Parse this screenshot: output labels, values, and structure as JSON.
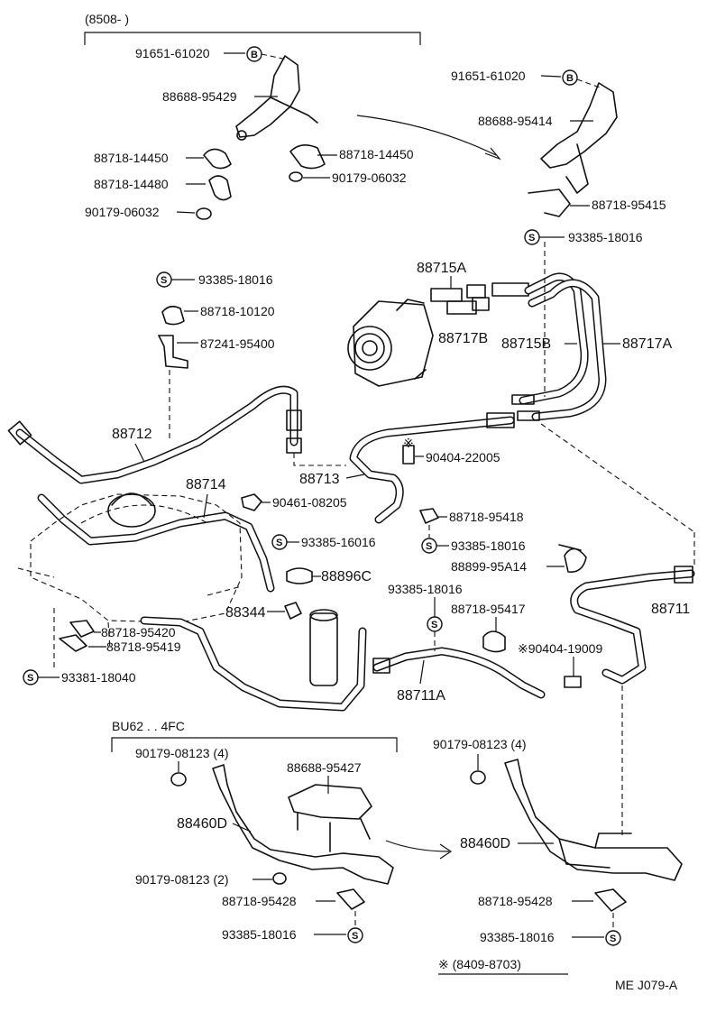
{
  "header": {
    "top_bracket": "(8508-          )",
    "bu62": "BU62 . . 4FC",
    "footnote": "※ (8409-8703)",
    "doc_code": "ME J079-A"
  },
  "symbols": {
    "bolt": "B",
    "screw": "S"
  },
  "labels": {
    "top_91651": "91651-61020",
    "top_88688": "88688-95429",
    "top_14450a": "88718-14450",
    "top_14480": "88718-14480",
    "top_06032a": "90179-06032",
    "top_14450b": "88718-14450",
    "top_06032b": "90179-06032",
    "r_91651": "91651-61020",
    "r_88688": "88688-95414",
    "r_95415": "88718-95415",
    "r_93385": "93385-18016",
    "l_93385": "93385-18016",
    "l_10120": "88718-10120",
    "l_87241": "87241-95400",
    "p88715A": "88715A",
    "p88717B": "88717B",
    "p88715B": "88715B",
    "p88717A": "88717A",
    "p88712": "88712",
    "p88713": "88713",
    "p90404a": "90404-22005",
    "p90404a_mark": "※",
    "p88714": "88714",
    "p90461": "90461-08205",
    "p93385_16016": "93385-16016",
    "p95418": "88718-95418",
    "p93385_m": "93385-18016",
    "p88899": "88899-95A14",
    "p88896C": "88896C",
    "p88344": "88344",
    "p93385_n": "93385-18016",
    "p95417": "88718-95417",
    "p90404b": "※90404-19009",
    "p88711": "88711",
    "p88711A": "88711A",
    "p95420": "88718-95420",
    "p95419": "88718-95419",
    "p93381": "93381-18040",
    "b_08123a": "90179-08123 (4)",
    "b_88688": "88688-95427",
    "b_88460D": "88460D",
    "b_08123b": "90179-08123 (2)",
    "b_95428": "88718-95428",
    "b_93385": "93385-18016",
    "br_08123": "90179-08123 (4)",
    "br_88460D": "88460D",
    "br_95428": "88718-95428",
    "br_93385": "93385-18016"
  }
}
